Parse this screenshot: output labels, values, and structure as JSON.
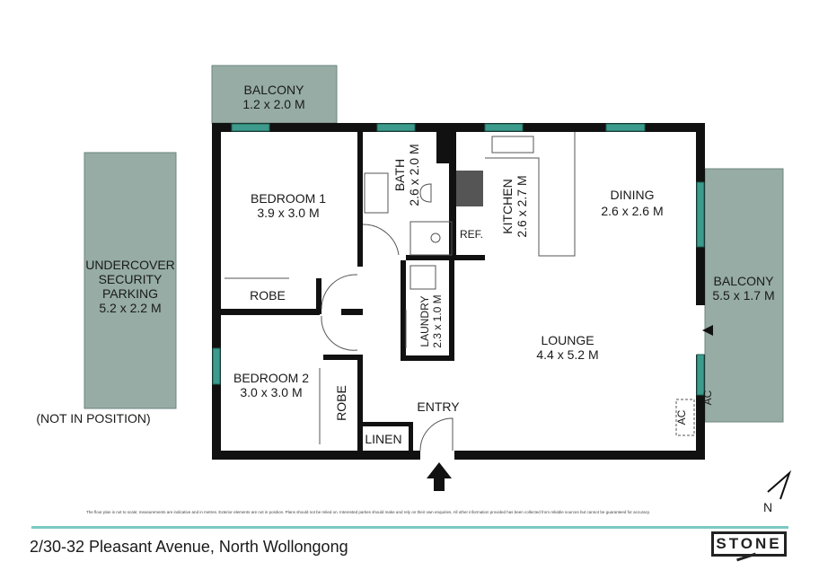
{
  "rooms": {
    "balcony_top": {
      "name": "BALCONY",
      "size": "1.2 x 2.0 M"
    },
    "bedroom1": {
      "name": "BEDROOM 1",
      "size": "3.9 x 3.0 M"
    },
    "bath": {
      "name": "BATH",
      "size": "2.6 x 2.0 M"
    },
    "kitchen": {
      "name": "KITCHEN",
      "size": "2.6 x 2.7 M"
    },
    "dining": {
      "name": "DINING",
      "size": "2.6 x 2.6 M"
    },
    "balcony_right": {
      "name": "BALCONY",
      "size": "5.5 x 1.7 M"
    },
    "robe1": {
      "name": "ROBE"
    },
    "laundry": {
      "name": "LAUNDRY",
      "size": "2.3 x 1.0 M"
    },
    "lounge": {
      "name": "LOUNGE",
      "size": "4.4 x 5.2 M"
    },
    "bedroom2": {
      "name": "BEDROOM 2",
      "size": "3.0 x 3.0 M"
    },
    "robe2": {
      "name": "ROBE"
    },
    "linen": {
      "name": "LINEN"
    },
    "entry": {
      "name": "ENTRY"
    },
    "parking": {
      "line1": "UNDERCOVER",
      "line2": "SECURITY",
      "line3": "PARKING",
      "size": "5.2 x 2.2 M",
      "note": "(NOT IN POSITION)"
    }
  },
  "fixtures": {
    "ref": "REF.",
    "ac1": "AC",
    "ac2": "AC"
  },
  "compass": {
    "label": "N"
  },
  "disclaimer": "The floor plan is not to scale; measurements are indicative and in metres. Exterior elements are not in position. Plans should not be relied on. Interested parties should make and rely on their own enquiries. All other information provided has been collected from reliable sources but cannot be guaranteed for accuracy.",
  "address": "2/30-32 Pleasant Avenue, North Wollongong",
  "brand": "STONE",
  "colors": {
    "wall": "#111111",
    "window": "#3c9b8c",
    "exterior": "#96aca5",
    "accent": "#7cc9c3"
  }
}
